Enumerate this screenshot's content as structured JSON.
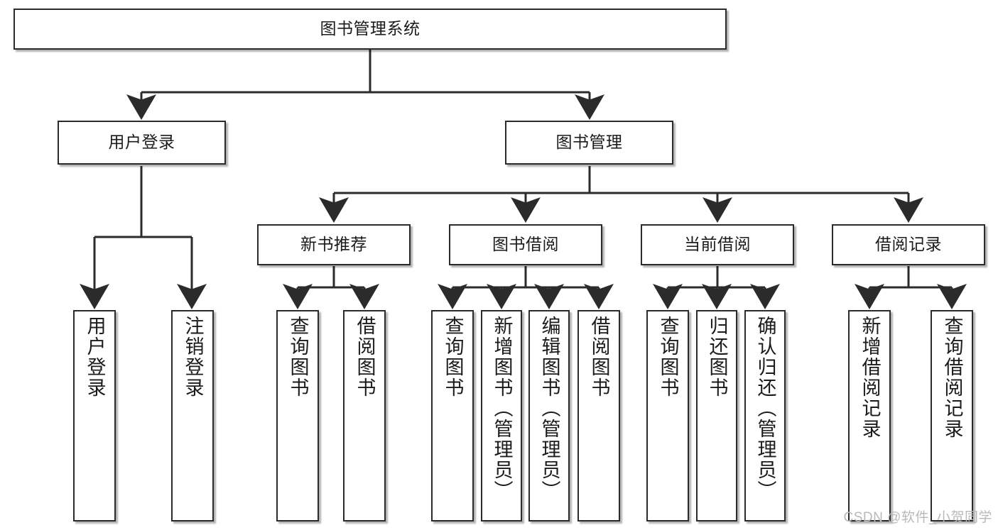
{
  "diagram": {
    "type": "tree-hierarchy",
    "title": "图书管理系统",
    "watermark": "CSDN @软件_小贺同学",
    "colors": {
      "box_border": "#2b2b2b",
      "box_fill": "#ffffff",
      "line": "#2b2b2b",
      "text": "#1b1b1b",
      "watermark": "#b9b9b9",
      "background": "#ffffff"
    },
    "root": {
      "id": "root",
      "label": "图书管理系统",
      "orientation": "horizontal"
    },
    "level2": [
      {
        "id": "user-login",
        "label": "用户登录",
        "orientation": "horizontal"
      },
      {
        "id": "book-management",
        "label": "图书管理",
        "orientation": "horizontal"
      }
    ],
    "level3": [
      {
        "id": "new-book-recommend",
        "label": "新书推荐",
        "orientation": "horizontal",
        "parent": "book-management"
      },
      {
        "id": "book-borrow",
        "label": "图书借阅",
        "orientation": "horizontal",
        "parent": "book-management"
      },
      {
        "id": "current-borrow",
        "label": "当前借阅",
        "orientation": "horizontal",
        "parent": "book-management"
      },
      {
        "id": "borrow-record",
        "label": "借阅记录",
        "orientation": "horizontal",
        "parent": "book-management"
      }
    ],
    "leaves": [
      {
        "id": "leaf-user-login",
        "label": "用户登录",
        "parent": "user-login",
        "orientation": "vertical"
      },
      {
        "id": "leaf-user-logout",
        "label": "注销登录",
        "parent": "user-login",
        "orientation": "vertical"
      },
      {
        "id": "leaf-query-book-1",
        "label": "查询图书",
        "parent": "new-book-recommend",
        "orientation": "vertical"
      },
      {
        "id": "leaf-borrow-book-1",
        "label": "借阅图书",
        "parent": "new-book-recommend",
        "orientation": "vertical"
      },
      {
        "id": "leaf-query-book-2",
        "label": "查询图书",
        "parent": "book-borrow",
        "orientation": "vertical"
      },
      {
        "id": "leaf-add-book",
        "label": "新增图书（管理员）",
        "parent": "book-borrow",
        "orientation": "vertical"
      },
      {
        "id": "leaf-edit-book",
        "label": "编辑图书（管理员）",
        "parent": "book-borrow",
        "orientation": "vertical"
      },
      {
        "id": "leaf-borrow-book-2",
        "label": "借阅图书",
        "parent": "book-borrow",
        "orientation": "vertical"
      },
      {
        "id": "leaf-query-book-3",
        "label": "查询图书",
        "parent": "current-borrow",
        "orientation": "vertical"
      },
      {
        "id": "leaf-return-book",
        "label": "归还图书",
        "parent": "current-borrow",
        "orientation": "vertical"
      },
      {
        "id": "leaf-confirm-return",
        "label": "确认归还（管理员）",
        "parent": "current-borrow",
        "orientation": "vertical"
      },
      {
        "id": "leaf-add-record",
        "label": "新增借阅记录",
        "parent": "borrow-record",
        "orientation": "vertical"
      },
      {
        "id": "leaf-query-record",
        "label": "查询借阅记录",
        "parent": "borrow-record",
        "orientation": "vertical"
      }
    ]
  }
}
